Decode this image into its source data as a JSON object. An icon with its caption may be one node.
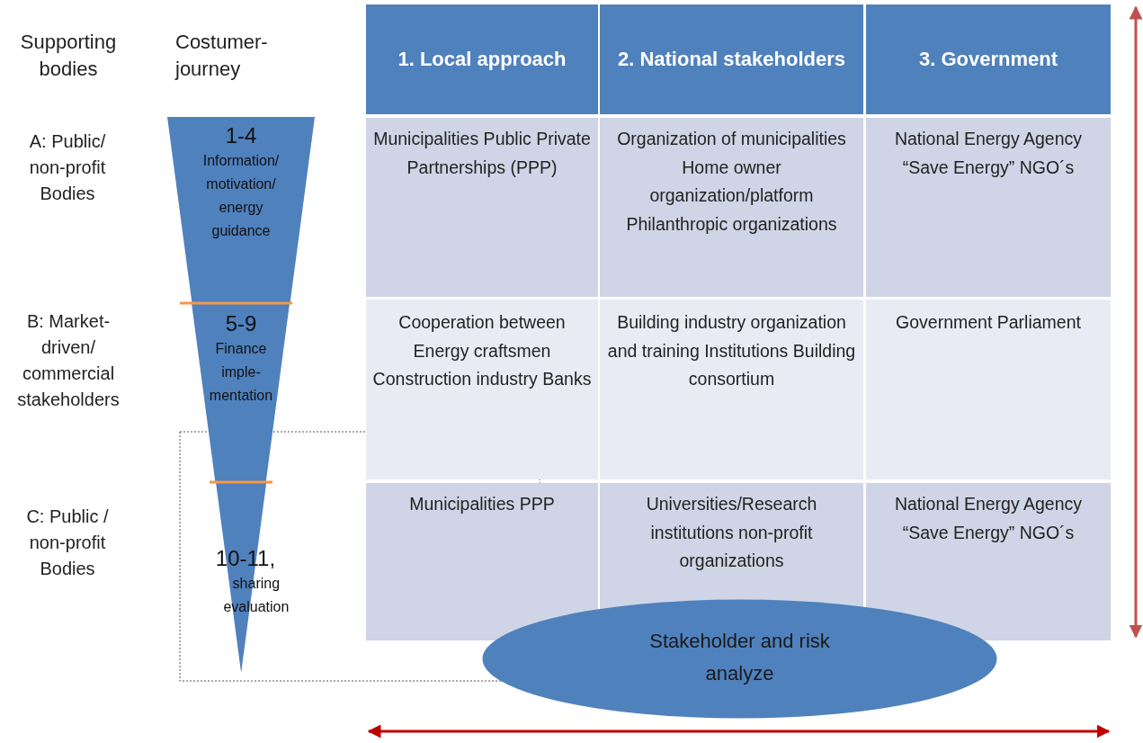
{
  "diagram": {
    "nodes": [
      {
        "text": [
          "1-4",
          "Information/ motivation/ energy guidance"
        ]
      },
      {
        "text": [
          "5-9",
          "Finance imple- mentation"
        ]
      },
      {
        "text": [
          "10-11,",
          "sharing evaluation"
        ]
      },
      {
        "text": [
          "Stakeholder and risk analyze"
        ]
      }
    ],
    "labels": [
      "Supporting bodies",
      "Costumer- journey",
      "1. Local  approach",
      "2. National stakeholders",
      "3. Government",
      "A: Public/ non-profit Bodies",
      "Municipalities Public Private Partnerships (PPP)",
      "Organization of municipalities Home owner organization/platform Philanthropic organizations",
      "National Energy Agency “Save Energy” NGO´s",
      "B: Market-driven/ commercial stakeholders",
      "Cooperation between Energy craftsmen Construction industry Banks",
      "Building industry organization and training Institutions Building consortium",
      "Government Parliament",
      "C: Public / non-profit Bodies",
      "Municipalities PPP",
      "Universities/Research institutions non-profit organizations",
      "National Energy Agency “Save Energy” NGO´s"
    ]
  }
}
